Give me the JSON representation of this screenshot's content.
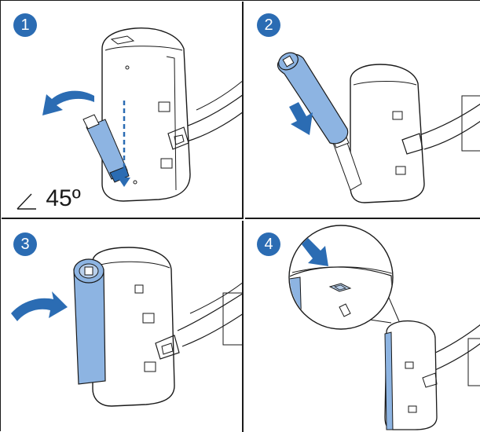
{
  "steps": [
    {
      "number": "1",
      "note": "45º"
    },
    {
      "number": "2"
    },
    {
      "number": "3"
    },
    {
      "number": "4"
    }
  ],
  "colors": {
    "badge": "#2b6cb3",
    "arrow": "#2b6cb3",
    "roller": "#8db4e2",
    "line": "#1a1a1a",
    "border": "#1a1a1a"
  },
  "icons": [
    "curved-arrow-icon",
    "straight-arrow-icon",
    "angle-icon"
  ]
}
